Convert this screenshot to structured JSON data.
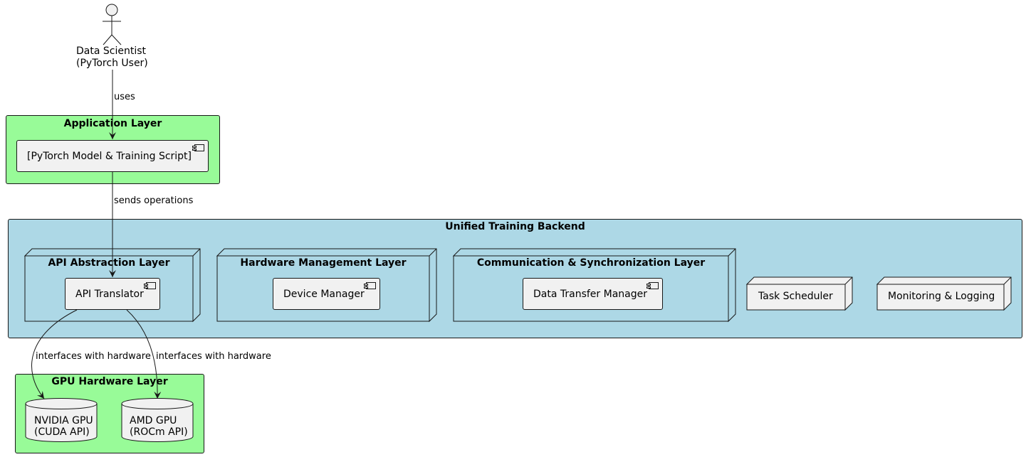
{
  "actor": {
    "label_line1": "Data Scientist",
    "label_line2": "(PyTorch User)"
  },
  "edges": {
    "uses": "uses",
    "sends_operations": "sends operations",
    "interfaces_nvidia": "interfaces with hardware",
    "interfaces_amd": "interfaces with hardware"
  },
  "application_layer": {
    "title": "Application Layer",
    "component": "[PyTorch Model & Training Script]"
  },
  "backend": {
    "title": "Unified Training Backend",
    "api_layer": {
      "title": "API Abstraction Layer",
      "component": "API Translator"
    },
    "hardware_layer": {
      "title": "Hardware Management Layer",
      "component": "Device Manager"
    },
    "comm_layer": {
      "title": "Communication & Synchronization Layer",
      "component": "Data Transfer Manager"
    },
    "task_scheduler": "Task Scheduler",
    "monitoring": "Monitoring & Logging"
  },
  "gpu_layer": {
    "title": "GPU Hardware Layer",
    "nvidia_line1": "NVIDIA GPU",
    "nvidia_line2": "(CUDA API)",
    "amd_line1": "AMD GPU",
    "amd_line2": "(ROCm API)"
  },
  "colors": {
    "green_package": "#98fb98",
    "blue_package": "#add8e6",
    "element_fill": "#f1f1f1",
    "stroke": "#181818"
  }
}
